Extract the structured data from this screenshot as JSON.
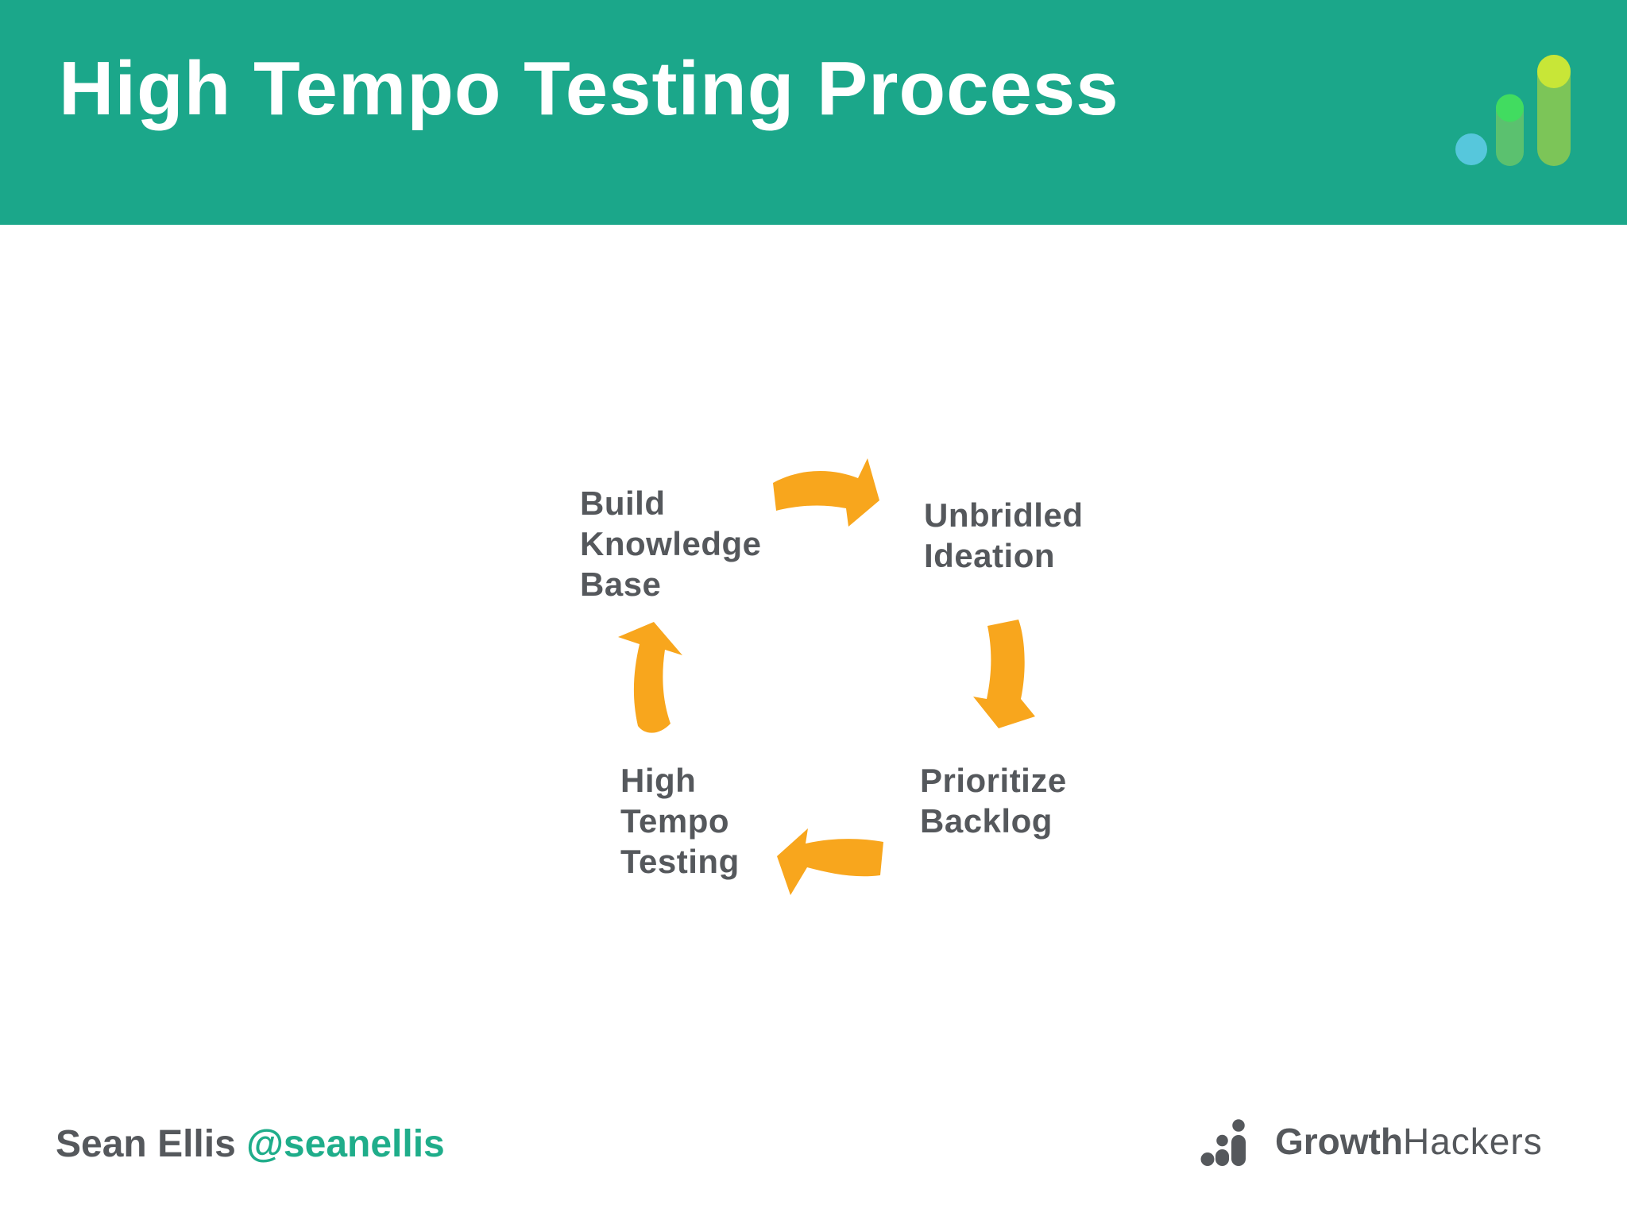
{
  "header": {
    "title": "High Tempo Testing Process"
  },
  "cycle": {
    "steps": [
      {
        "name": "build-knowledge-base",
        "label": "Build\nKnowledge\nBase"
      },
      {
        "name": "unbridled-ideation",
        "label": "Unbridled\nIdeation"
      },
      {
        "name": "prioritize-backlog",
        "label": "Prioritize\nBacklog"
      },
      {
        "name": "high-tempo-testing",
        "label": "High\nTempo\nTesting"
      }
    ],
    "arrow_icons": [
      "curved-arrow-right-icon",
      "curved-arrow-down-icon",
      "curved-arrow-left-icon",
      "curved-arrow-up-icon"
    ]
  },
  "footer": {
    "author": "Sean Ellis",
    "handle": "@seanellis",
    "brand": {
      "bold": "Growth",
      "light": "Hackers"
    },
    "brand_icon": "growth-bars-icon"
  },
  "colors": {
    "teal": "#1BA78A",
    "orange": "#F8A61D",
    "text-gray": "#55585C",
    "handle-teal": "#1FAD8A",
    "logo-cyan": "#56C7DC",
    "logo-green-bright": "#41DC60",
    "logo-green-mid": "#5BC16F",
    "logo-green-tall": "#7CC558",
    "logo-lime": "#C8E637",
    "background": "#FFFFFF"
  }
}
